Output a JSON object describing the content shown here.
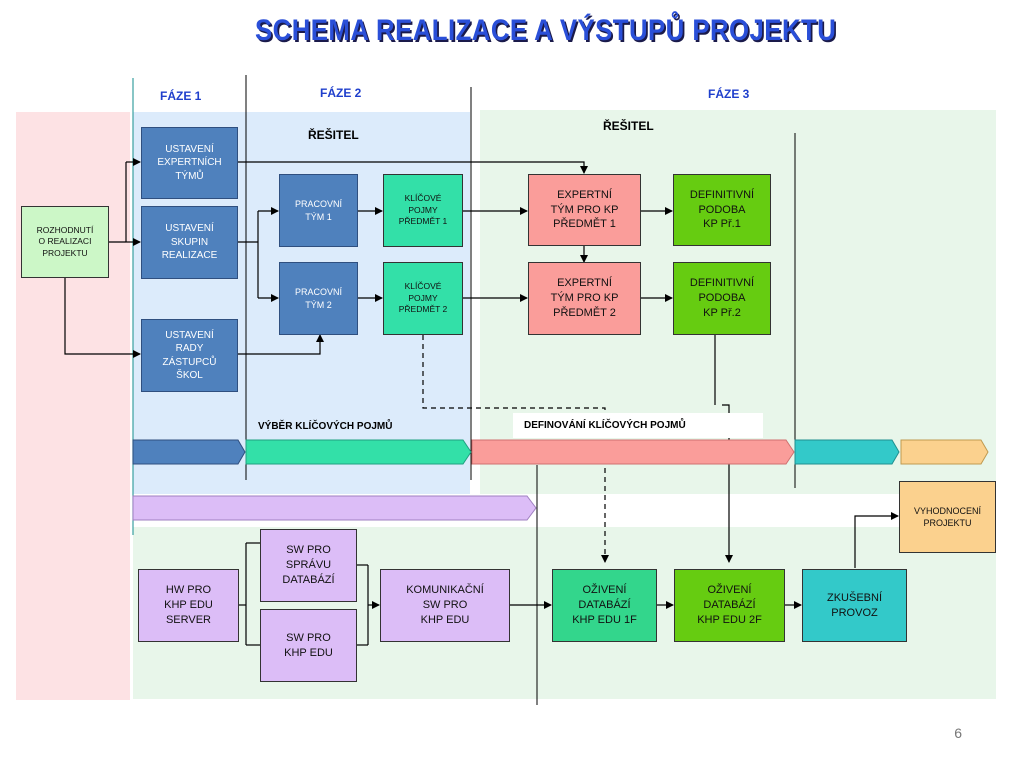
{
  "title": "SCHEMA REALIZACE A VÝSTUPŮ PROJEKTU",
  "phases": [
    "FÁZE 1",
    "FÁZE 2",
    "FÁZE 3"
  ],
  "resitel_labels": [
    "ŘEŠITEL",
    "ŘEŠITEL"
  ],
  "boxes": {
    "rozhodnuti": "ROZHODNUTÍ\nO REALIZACI\nPROJEKTU",
    "ustaveni_expertnich": "USTAVENÍ\nEXPERTNÍCH\nTÝMŮ",
    "ustaveni_skupin": "USTAVENÍ\nSKUPIN\nREALIZACE",
    "ustaveni_rady": "USTAVENÍ\nRADY\nZÁSTUPCŮ\nŠKOL",
    "pracovni_tym_1": "PRACOVNÍ\nTÝM  1",
    "pracovni_tym_2": "PRACOVNÍ\nTÝM 2",
    "klicove_1": "KLÍČOVÉ\nPOJMY\nPŘEDMĚT 1",
    "klicove_2": "KLÍČOVÉ\nPOJMY\nPŘEDMĚT 2",
    "expertni_1": "EXPERTNÍ\nTÝM PRO KP\nPŘEDMĚT 1",
    "expertni_2": "EXPERTNÍ\nTÝM PRO KP\nPŘEDMĚT 2",
    "definitivni_1": "DEFINITIVNÍ\nPODOBA\nKP Př.1",
    "definitivni_2": "DEFINITIVNÍ\nPODOBA\nKP Př.2",
    "hw": "HW PRO\nKHP EDU\nSERVER",
    "sw_sprava": "SW PRO\nSPRÁVU\nDATABÁZÍ",
    "sw_khp": "SW PRO\nKHP EDU",
    "komunikacni": "KOMUNIKAČNÍ\nSW PRO\nKHP EDU",
    "oziveni_1f": "OŽIVENÍ\nDATABÁZÍ\nKHP EDU 1F",
    "oziveni_2f": "OŽIVENÍ\nDATABÁZÍ\nKHP EDU 2F",
    "zkusebni": "ZKUŠEBNÍ\nPROVOZ",
    "vyhodnoceni": "VYHODNOCENÍ\nPROJEKTU"
  },
  "band_labels": {
    "vyber": "VÝBĚR KLÍČOVÝCH POJMŮ",
    "definovani": "DEFINOVÁNÍ KLÍČOVÝCH POJMŮ"
  },
  "page_number": "6",
  "colors": {
    "phase_blue": "#1f3fcc",
    "box_blue": "#4f81bd",
    "teal": "#33e0a8",
    "salmon": "#fa9d9a",
    "green": "#66cc11",
    "lavender": "#dcbdf7",
    "cyan": "#33c9c9",
    "orange": "#fbd18e"
  }
}
